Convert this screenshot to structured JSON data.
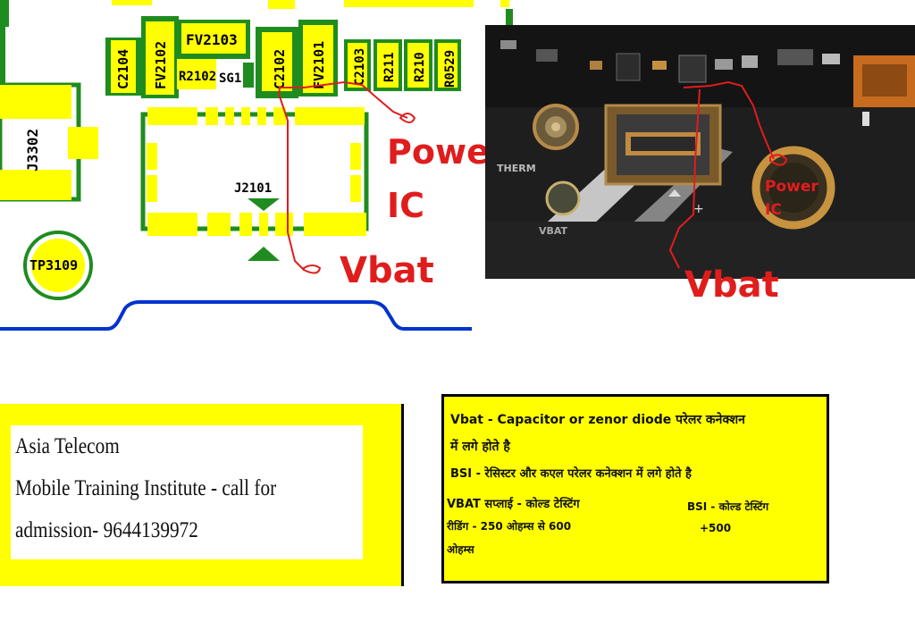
{
  "schematic": {
    "components": [
      "C2104",
      "FV2102",
      "FV2103",
      "R2102",
      "SG1",
      "C2102",
      "FV2101",
      "C2103",
      "R211",
      "R210",
      "R0529",
      "J3302",
      "J2101",
      "TP3109"
    ],
    "colors": {
      "pad_yellow": "#ffff00",
      "trace_green": "#1f8c1f",
      "trace_blue": "#0033cc",
      "annotation_red": "#e01d1d"
    }
  },
  "annotations": {
    "left_power_ic": [
      "Power",
      "IC"
    ],
    "left_vbat": "Vbat",
    "right_power_ic": [
      "Power",
      "IC"
    ],
    "right_vbat": "Vbat"
  },
  "photo": {
    "silk_therm": "THERM",
    "silk_vbat": "VBAT"
  },
  "ad_box": {
    "line1": "Asia Telecom",
    "line2": "Mobile Training Institute - call  for",
    "line3": "admission- 9644139972"
  },
  "info_box": {
    "line1": "Vbat - Capacitor or zenor diode परेलर  कनेक्शन",
    "line2": "में लगे होते है",
    "line3": "BSI - रेसिस्टर और कएल परेलर कनेक्शन में लगे होते है",
    "vbat_supply": "VBAT सप्लाई - कोल्ड टेस्टिंग",
    "vbat_reading": "रीडिंग - 250 ओहम्स से 600",
    "vbat_unit": "ओहम्स",
    "bsi_testing": "BSI - कोल्ड टेस्टिंग",
    "bsi_value": "+500"
  }
}
